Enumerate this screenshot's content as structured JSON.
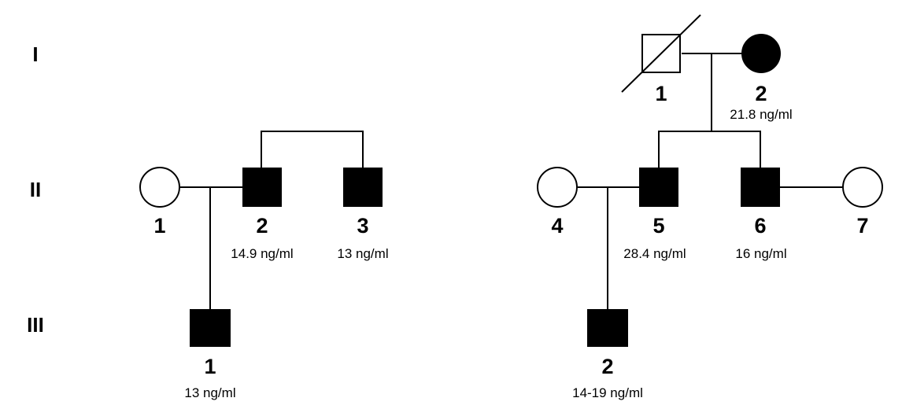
{
  "generations": [
    "I",
    "II",
    "III"
  ],
  "pedigree_1": {
    "II_1": {
      "number": "1",
      "sex": "female",
      "affected": false
    },
    "II_2": {
      "number": "2",
      "sex": "male",
      "affected": true,
      "level": "14.9 ng/ml"
    },
    "II_3": {
      "number": "3",
      "sex": "male",
      "affected": true,
      "level": "13 ng/ml"
    },
    "III_1": {
      "number": "1",
      "sex": "male",
      "affected": true,
      "level": "13 ng/ml"
    }
  },
  "pedigree_2": {
    "I_1": {
      "number": "1",
      "sex": "male",
      "affected": false,
      "deceased": true
    },
    "I_2": {
      "number": "2",
      "sex": "female",
      "affected": true,
      "level": "21.8 ng/ml"
    },
    "II_4": {
      "number": "4",
      "sex": "female",
      "affected": false
    },
    "II_5": {
      "number": "5",
      "sex": "male",
      "affected": true,
      "level": "28.4 ng/ml"
    },
    "II_6": {
      "number": "6",
      "sex": "male",
      "affected": true,
      "level": "16 ng/ml"
    },
    "II_7": {
      "number": "7",
      "sex": "female",
      "affected": false
    },
    "III_2": {
      "number": "2",
      "sex": "male",
      "affected": true,
      "level": "14-19 ng/ml"
    }
  }
}
